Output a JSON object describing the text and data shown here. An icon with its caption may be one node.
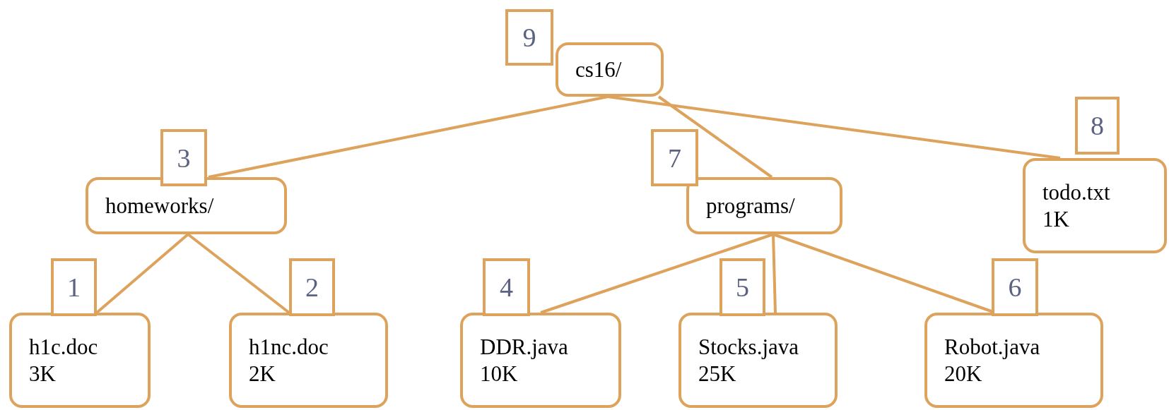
{
  "diagram": {
    "nodes": [
      {
        "text": [
          "9"
        ]
      },
      {
        "text": [
          "cs16/"
        ]
      },
      {
        "text": [
          "3"
        ]
      },
      {
        "text": [
          "homeworks/"
        ]
      },
      {
        "text": [
          "7"
        ]
      },
      {
        "text": [
          "programs/"
        ]
      },
      {
        "text": [
          "8"
        ]
      },
      {
        "text": [
          "todo.txt",
          "1K"
        ]
      },
      {
        "text": [
          "1"
        ]
      },
      {
        "text": [
          "h1c.doc",
          "3K"
        ]
      },
      {
        "text": [
          "2"
        ]
      },
      {
        "text": [
          "h1nc.doc",
          "2K"
        ]
      },
      {
        "text": [
          "4"
        ]
      },
      {
        "text": [
          "DDR.java",
          "10K"
        ]
      },
      {
        "text": [
          "5"
        ]
      },
      {
        "text": [
          "Stocks.java",
          "25K"
        ]
      },
      {
        "text": [
          "6"
        ]
      },
      {
        "text": [
          "Robot.java",
          "20K"
        ]
      }
    ],
    "edges": [
      {
        "from": 1,
        "to": 3,
        "arrow": "none"
      },
      {
        "from": 1,
        "to": 5,
        "arrow": "none"
      },
      {
        "from": 1,
        "to": 7,
        "arrow": "none"
      },
      {
        "from": 3,
        "to": 9,
        "arrow": "none"
      },
      {
        "from": 3,
        "to": 11,
        "arrow": "none"
      },
      {
        "from": 5,
        "to": 13,
        "arrow": "none"
      },
      {
        "from": 5,
        "to": 15,
        "arrow": "none"
      },
      {
        "from": 5,
        "to": 17,
        "arrow": "none"
      }
    ]
  }
}
